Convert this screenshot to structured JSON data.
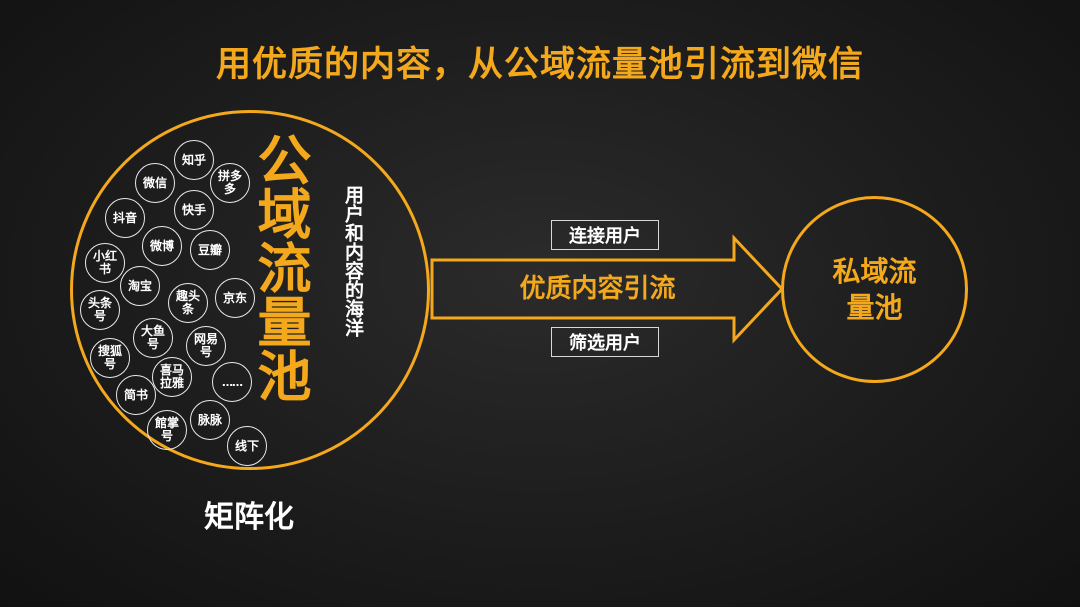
{
  "title": "用优质的内容，从公域流量池引流到微信",
  "public_pool": {
    "label": "公域流量池",
    "description": "用户和内容的海洋",
    "platforms": [
      {
        "id": "zhihu",
        "label": "知乎"
      },
      {
        "id": "weixin",
        "label": "微信"
      },
      {
        "id": "pinduoduo",
        "label": "拼多\n多"
      },
      {
        "id": "kuaishou",
        "label": "快手"
      },
      {
        "id": "douyin",
        "label": "抖音"
      },
      {
        "id": "weibo",
        "label": "微博"
      },
      {
        "id": "douban",
        "label": "豆瓣"
      },
      {
        "id": "xiaohongshu",
        "label": "小红\n书"
      },
      {
        "id": "taobao",
        "label": "淘宝"
      },
      {
        "id": "toutiao",
        "label": "头条\n号"
      },
      {
        "id": "qutoutiao",
        "label": "趣头\n条"
      },
      {
        "id": "jingdong",
        "label": "京东"
      },
      {
        "id": "dayu",
        "label": "大鱼\n号"
      },
      {
        "id": "souhu",
        "label": "搜狐\n号"
      },
      {
        "id": "wangyi",
        "label": "网易\n号"
      },
      {
        "id": "ximalaya",
        "label": "喜马\n拉雅"
      },
      {
        "id": "ellipsis",
        "label": "……"
      },
      {
        "id": "jianshu",
        "label": "简书"
      },
      {
        "id": "zhangzhang",
        "label": "館掌\n号"
      },
      {
        "id": "maimai",
        "label": "脉脉"
      },
      {
        "id": "xianxia",
        "label": "线下"
      }
    ]
  },
  "matrix_label": "矩阵化",
  "flow": {
    "label": "优质内容引流",
    "top_tag": "连接用户",
    "bottom_tag": "筛选用户"
  },
  "private_pool": {
    "label": "私域流量池"
  },
  "colors": {
    "accent": "#f4a81c",
    "background": "#1b1b1b",
    "text": "#ffffff"
  }
}
